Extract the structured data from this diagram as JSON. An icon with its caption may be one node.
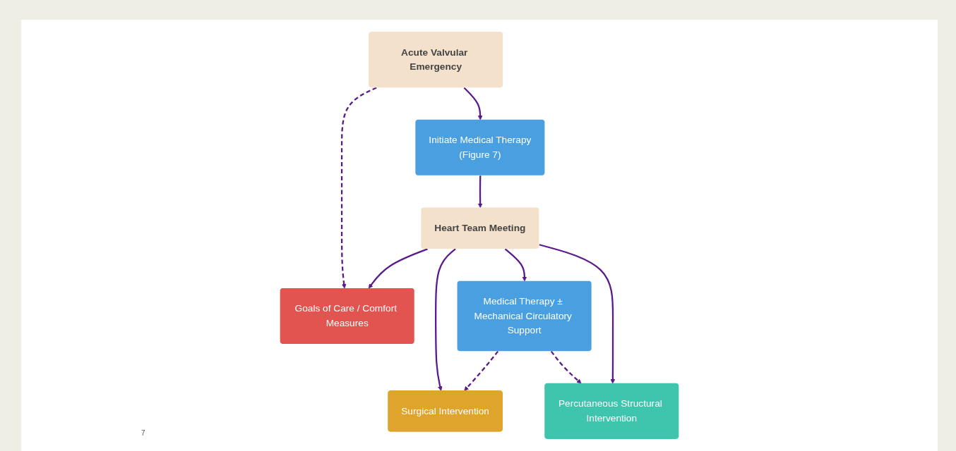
{
  "diagram": {
    "nodes": [
      {
        "text": [
          "Acute Valvular Emergency"
        ]
      },
      {
        "text": [
          "Goals of Care / Comfort Measures"
        ]
      },
      {
        "text": [
          "Initiate Medical Therapy",
          "(Figure 7)"
        ]
      },
      {
        "text": [
          "Heart Team Meeting"
        ]
      },
      {
        "text": [
          "Surgical Intervention"
        ]
      },
      {
        "text": [
          "Medical Therapy ± Mechanical Circulatory Support"
        ]
      },
      {
        "text": [
          "Percutaneous Structural Intervention"
        ]
      }
    ],
    "edges": [
      {
        "from": 0,
        "to": 1,
        "arrow": "to",
        "style": "dashed"
      },
      {
        "from": 0,
        "to": 2,
        "arrow": "to"
      },
      {
        "from": 3,
        "to": 1,
        "arrow": "to"
      },
      {
        "from": 2,
        "to": 3,
        "arrow": "to"
      },
      {
        "from": 3,
        "to": 4,
        "arrow": "to"
      },
      {
        "from": 3,
        "to": 5,
        "arrow": "to"
      },
      {
        "from": 3,
        "to": 6,
        "arrow": "to"
      },
      {
        "from": 5,
        "to": 4,
        "arrow": "to",
        "style": "dashed"
      },
      {
        "from": 5,
        "to": 6,
        "arrow": "to",
        "style": "dashed"
      }
    ],
    "labels": [
      "7"
    ]
  }
}
